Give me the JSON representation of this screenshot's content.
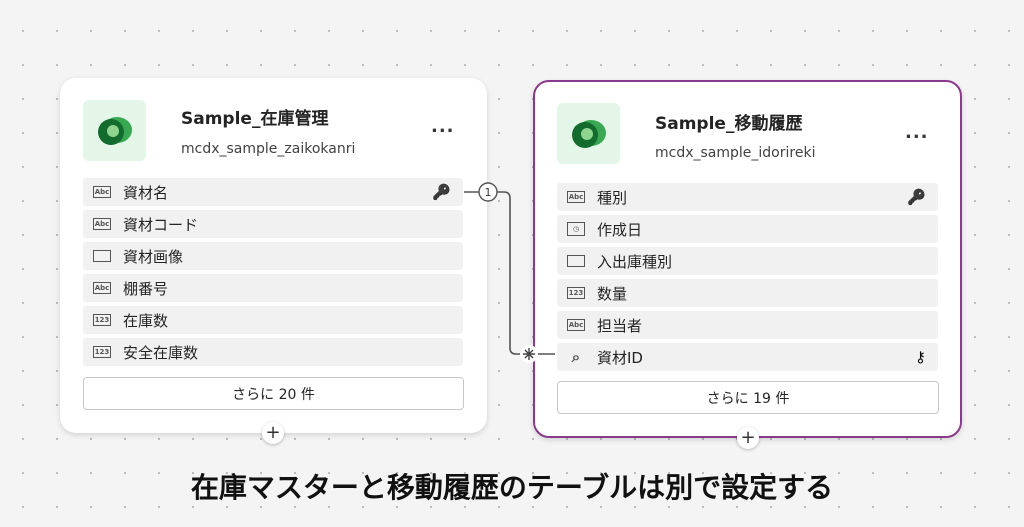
{
  "tables": [
    {
      "title": "Sample_在庫管理",
      "schema_name": "mcdx_sample_zaikokanri",
      "more": "...",
      "more_label": "さらに 20 件",
      "fields": [
        {
          "icon": "Abc",
          "label": "資材名",
          "key": true
        },
        {
          "icon": "Abc",
          "label": "資材コード"
        },
        {
          "icon": "image",
          "label": "資材画像"
        },
        {
          "icon": "Abc",
          "label": "棚番号"
        },
        {
          "icon": "123",
          "label": "在庫数"
        },
        {
          "icon": "123",
          "label": "安全在庫数"
        }
      ]
    },
    {
      "title": "Sample_移動履歴",
      "schema_name": "mcdx_sample_idorireki",
      "more": "...",
      "more_label": "さらに 19 件",
      "fields": [
        {
          "icon": "Abc",
          "label": "種別",
          "key": true
        },
        {
          "icon": "datetime",
          "label": "作成日"
        },
        {
          "icon": "choice",
          "label": "入出庫種別"
        },
        {
          "icon": "123",
          "label": "数量"
        },
        {
          "icon": "Abc",
          "label": "担当者"
        },
        {
          "icon": "lookup",
          "label": "資材ID",
          "alt_key": true
        }
      ]
    }
  ],
  "relationship": {
    "one": "1",
    "many": "*"
  },
  "add": "+",
  "caption": "在庫マスターと移動履歴のテーブルは別で設定する",
  "colors": {
    "selected_border": "#8a3a8a",
    "logo_bg": "#e3f6e8"
  }
}
